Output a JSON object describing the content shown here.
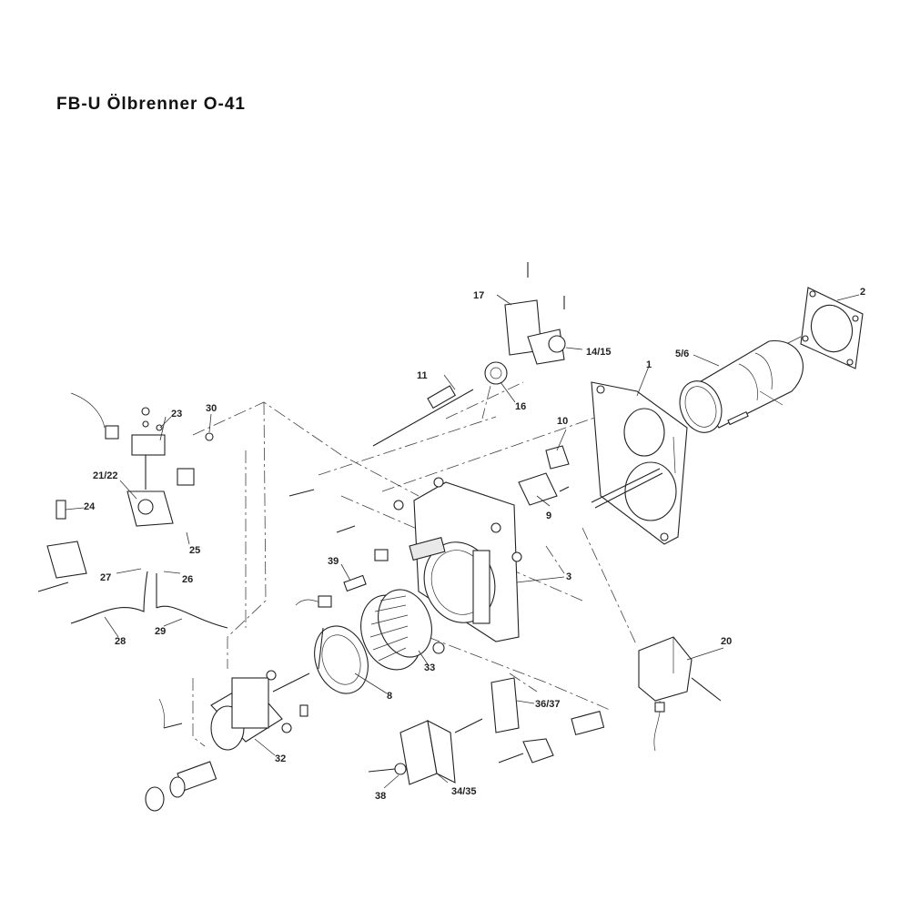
{
  "title": "FB-U Ölbrenner O-41",
  "labels": {
    "p1": "1",
    "p2": "2",
    "p3": "3",
    "p56": "5/6",
    "p8": "8",
    "p9": "9",
    "p10": "10",
    "p11": "11",
    "p1415": "14/15",
    "p16": "16",
    "p17": "17",
    "p20": "20",
    "p2122": "21/22",
    "p23": "23",
    "p24": "24",
    "p25": "25",
    "p26": "26",
    "p27": "27",
    "p28": "28",
    "p29": "29",
    "p30": "30",
    "p32": "32",
    "p33": "33",
    "p3435": "34/35",
    "p3637": "36/37",
    "p38": "38",
    "p39": "39"
  }
}
